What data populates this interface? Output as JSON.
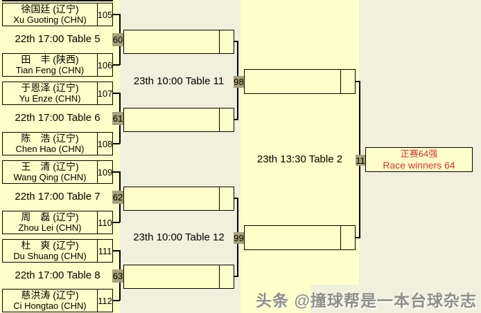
{
  "players": [
    {
      "name_cn": "徐国廷 (辽宁)",
      "name_en": "Xu Guoting (CHN)",
      "seed": "105"
    },
    {
      "name_cn": "田　丰 (陕西)",
      "name_en": "Tian Feng (CHN)",
      "seed": "106"
    },
    {
      "name_cn": "于恩泽 (辽宁)",
      "name_en": "Yu Enze (CHN)",
      "seed": "107"
    },
    {
      "name_cn": "陈　浩 (辽宁)",
      "name_en": "Chen Hao (CHN)",
      "seed": "108"
    },
    {
      "name_cn": "王　清 (辽宁)",
      "name_en": "Wang Qing (CHN)",
      "seed": "109"
    },
    {
      "name_cn": "周　磊 (辽宁)",
      "name_en": "Zhou Lei (CHN)",
      "seed": "110"
    },
    {
      "name_cn": "杜　爽 (辽宁)",
      "name_en": "Du Shuang (CHN)",
      "seed": "111"
    },
    {
      "name_cn": "慈洪涛 (辽宁)",
      "name_en": "Ci Hongtao (CHN)",
      "seed": "112"
    }
  ],
  "round1": [
    {
      "label": "22th 17:00 Table 5",
      "badge": "60"
    },
    {
      "label": "22th 17:00 Table 6",
      "badge": "61"
    },
    {
      "label": "22th 17:00 Table 7",
      "badge": "62"
    },
    {
      "label": "22th 17:00 Table 8",
      "badge": "63"
    }
  ],
  "round2": [
    {
      "label": "23th 10:00 Table 11",
      "badge": "98"
    },
    {
      "label": "23th 10:00 Table 12",
      "badge": "99"
    }
  ],
  "final": {
    "label": "23th 13:30 Table 2",
    "badge": "11"
  },
  "winner_box": {
    "line1": "正赛64强",
    "line2": "Race winners 64"
  },
  "watermark": {
    "text": "头条 @撞球帮是一本台球杂志"
  },
  "colors": {
    "band_yellow": "#FFFFC9",
    "band_beige": "#F0F0DC",
    "badge_bg": "#A8A078",
    "line": "#000000",
    "winner_text_red": "#D9342B",
    "watermark_gray": "#8F8F88"
  }
}
